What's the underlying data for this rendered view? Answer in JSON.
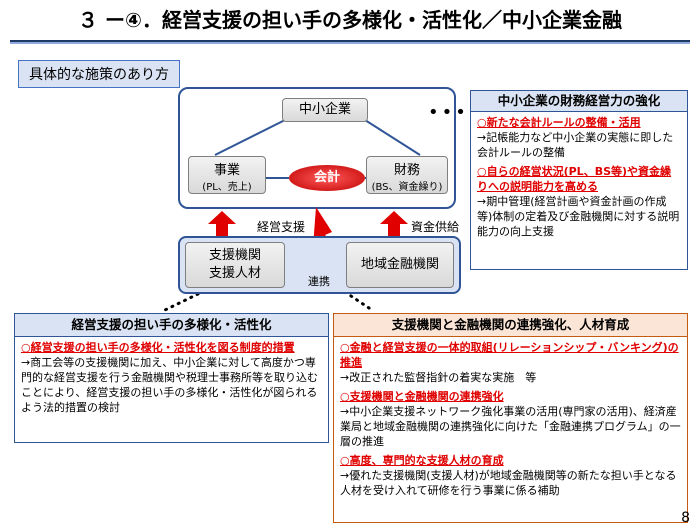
{
  "title": "３ ー④．経営支援の担い手の多様化・活性化／中小企業金融",
  "section_label": "具体的な施策のあり方",
  "diagram": {
    "sme": "中小企業",
    "business": {
      "main": "事業",
      "sub": "(PL、売上)"
    },
    "finance": {
      "main": "財務",
      "sub": "(BS、資金繰り)"
    },
    "accounting": "会計",
    "management_support": "経営支援",
    "fund_supply": "資金供給",
    "support_org": {
      "line1": "支援機関",
      "line2": "支援人材"
    },
    "regional_bank": "地域金融機関",
    "cooperation": "連携"
  },
  "panel_right": {
    "header": "中小企業の財務経営力の強化",
    "item1_title": "○新たな会計ルールの整備・活用",
    "item1_desc": "→記帳能力など中小企業の実態に即した会計ルールの整備",
    "item2_title": "○自らの経営状況(PL、BS等)や資金繰りへの説明能力を高める",
    "item2_desc": "→期中管理(経営計画や資金計画の作成等)体制の定着及び金融機関に対する説明能力の向上支援"
  },
  "panel_left": {
    "header": "経営支援の担い手の多様化・活性化",
    "item1_title": "○経営支援の担い手の多様化・活性化を図る制度的措置",
    "item1_desc": "→商工会等の支援機関に加え、中小企業に対して高度かつ専門的な経営支援を行う金融機関や税理士事務所等を取り込むことにより、経営支援の担い手の多様化・活性化が図られるよう法的措置の検討"
  },
  "panel_bottom": {
    "header": "支援機関と金融機関の連携強化、人材育成",
    "item1_title": "○金融と経営支援の一体的取組(リレーションシップ・バンキング)の推進",
    "item1_desc": "→改正された監督指針の着実な実施　等",
    "item2_title": "○支援機関と金融機関の連携強化",
    "item2_desc": "→中小企業支援ネットワーク強化事業の活用(専門家の活用)、経済産業局と地域金融機関の連携強化に向けた「金融連携プログラム」の一層の推進",
    "item3_title": "○高度、専門的な支援人材の育成",
    "item3_desc": "→優れた支援機関(支援人材)が地域金融機関等の新たな担い手となる人材を受け入れて研修を行う事業に係る補助"
  },
  "page_number": "8",
  "colors": {
    "accent_red": "#e00000",
    "frame_blue": "#2f5597",
    "header_blue": "#dae3f3",
    "header_orange": "#fbe5d6"
  }
}
